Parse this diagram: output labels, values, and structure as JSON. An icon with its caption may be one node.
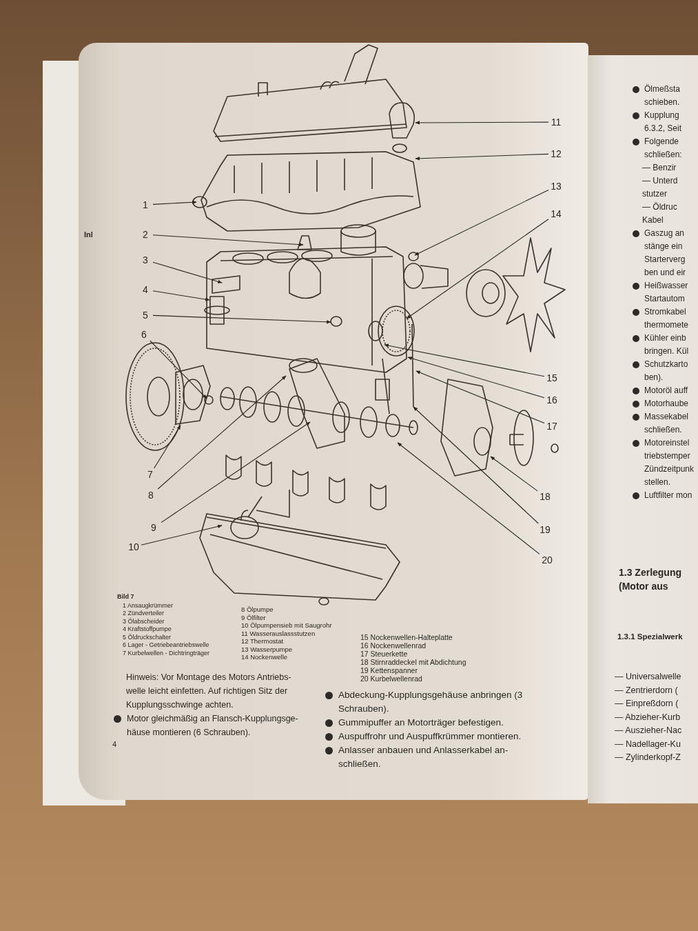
{
  "diagram": {
    "nodes": [
      {
        "text": [
          "1"
        ]
      },
      {
        "text": [
          "2"
        ]
      },
      {
        "text": [
          "3"
        ]
      },
      {
        "text": [
          "4"
        ]
      },
      {
        "text": [
          "5"
        ]
      },
      {
        "text": [
          "6"
        ]
      },
      {
        "text": [
          "7"
        ]
      },
      {
        "text": [
          "8"
        ]
      },
      {
        "text": [
          "9"
        ]
      },
      {
        "text": [
          "10"
        ]
      },
      {
        "text": [
          "11"
        ]
      },
      {
        "text": [
          "12"
        ]
      },
      {
        "text": [
          "13"
        ]
      },
      {
        "text": [
          "14"
        ]
      },
      {
        "text": [
          "15"
        ]
      },
      {
        "text": [
          "16"
        ]
      },
      {
        "text": [
          "17"
        ]
      },
      {
        "text": [
          "18"
        ]
      },
      {
        "text": [
          "19"
        ]
      },
      {
        "text": [
          "20"
        ]
      }
    ],
    "edges": [
      {
        "from": 0,
        "to": null,
        "arrow": "to"
      },
      {
        "from": 1,
        "to": null,
        "arrow": "to"
      },
      {
        "from": 2,
        "to": null,
        "arrow": "to"
      },
      {
        "from": 3,
        "to": null,
        "arrow": "to"
      },
      {
        "from": 4,
        "to": null,
        "arrow": "to"
      },
      {
        "from": 5,
        "to": null,
        "arrow": "to"
      },
      {
        "from": 6,
        "to": null,
        "arrow": "to"
      },
      {
        "from": 7,
        "to": null,
        "arrow": "to"
      },
      {
        "from": 8,
        "to": null,
        "arrow": "to"
      },
      {
        "from": 9,
        "to": null,
        "arrow": "to"
      },
      {
        "from": 10,
        "to": null,
        "arrow": "to"
      },
      {
        "from": 11,
        "to": null,
        "arrow": "to"
      },
      {
        "from": 12,
        "to": null,
        "arrow": "to"
      },
      {
        "from": 13,
        "to": null,
        "arrow": "to"
      },
      {
        "from": 14,
        "to": null,
        "arrow": "to"
      },
      {
        "from": 15,
        "to": null,
        "arrow": "to"
      },
      {
        "from": 16,
        "to": null,
        "arrow": "to"
      },
      {
        "from": 17,
        "to": null,
        "arrow": "to"
      },
      {
        "from": 18,
        "to": null,
        "arrow": "to"
      },
      {
        "from": 19,
        "to": null,
        "arrow": "to"
      }
    ],
    "labels": [
      "Inl",
      "Bild 7",
      "1 Ansaugkrümmer",
      "2 Zündverteiler",
      "3 Ölabscheider",
      "4 Kraftstoffpumpe",
      "5 Öldruckschalter",
      "6 Lager - Getriebeantriebswelle",
      "7 Kurbelwellen - Dichtringträger",
      "8 Ölpumpe",
      "9 Ölfilter",
      "10 Ölpumpensieb mit Saugrohr",
      "11 Wasserauslassstutzen",
      "12 Thermostat",
      "13 Wasserpumpe",
      "14 Nockenwelle",
      "15 Nockenwellen-Halteplatte",
      "16 Nockenwellenrad",
      "17 Steuerkette",
      "18 Stirnraddeckel mit Abdichtung",
      "19 Kettenspanner",
      "20 Kurbelwellenrad",
      "Hinweis: Vor Montage des Motors Antriebs- welle leicht einfetten. Auf richtigen Sitz der Kupplungsschwinge achten.",
      "Motor gleichmäßig an Flansch-Kupplungsge- häuse montieren (6 Schrauben).",
      "4",
      "Abdeckung-Kupplungsgehäuse anbringen (3 Schrauben).",
      "Gummipuffer an Motorträger befestigen.",
      "Auspuffrohr und Auspuffkrümmer montieren.",
      "Anlasser anbauen und Anlasserkabel an- schließen.",
      "Ölmeßsta schieben.",
      "Kupplung 6.3.2, Seit",
      "Folgende schließen:",
      "— Benzir",
      "— Unterd stutzer",
      "— Öldruc Kabel",
      "Gaszug an stänge ein Starterverg ben und eir",
      "Heißwasser Startautom",
      "Stromkabel thermomete",
      "Kühler einb bringen. Kül",
      "Schutzkarto ben).",
      "Motoröl auff",
      "Motorhaube",
      "Massekabel schließen.",
      "Motoreinstel triebstemper Zündzeitpunk stellen.",
      "Luftfilter mon",
      "1.3 Zerlegung (Motor aus",
      "1.3.1 Spezialwerk",
      "— Universalwelle",
      "— Zentrierdorn (",
      "— Einpreßdorn (",
      "— Abzieher-Kurb",
      "— Auszieher-Nac",
      "— Nadellager-Ku",
      "— Zylinderkopf-Z"
    ]
  }
}
